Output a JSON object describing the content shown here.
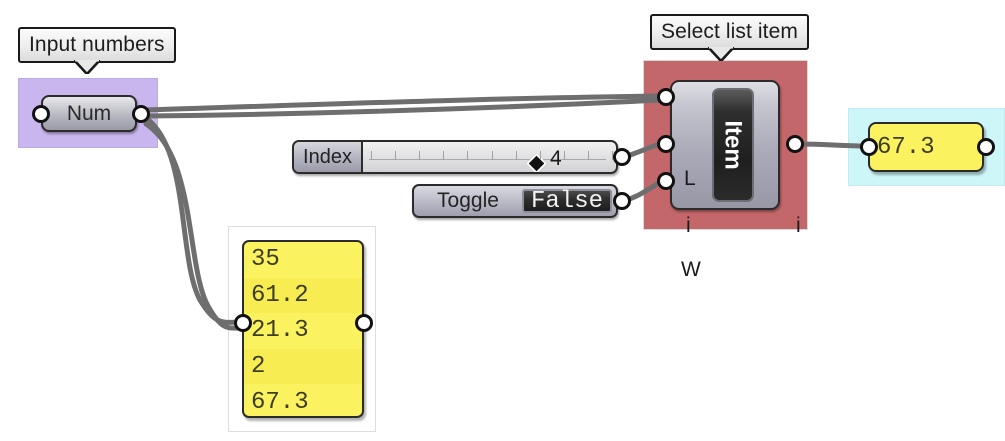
{
  "callouts": {
    "input_numbers": "Input numbers",
    "select_list_item": "Select list item"
  },
  "nodes": {
    "num": {
      "label": "Num"
    },
    "index_slider": {
      "label": "Index",
      "value": "4",
      "tick_count": 11
    },
    "toggle": {
      "label": "Toggle",
      "value": "False"
    },
    "select_item": {
      "capsule_label": "Item",
      "inputs": [
        {
          "name": "L"
        },
        {
          "name": "i"
        },
        {
          "name": "W"
        }
      ],
      "output": {
        "name": "i"
      }
    }
  },
  "panels": {
    "list": {
      "items": [
        "35",
        "61.2",
        "21.3",
        "2",
        "67.3"
      ]
    },
    "result": {
      "value": "67.3"
    }
  },
  "colors": {
    "group_purple": "#c9b6ef",
    "group_red": "#c4676a",
    "group_cyan": "#cdf6f9",
    "group_white": "#ffffff",
    "panel_yellow": "#fbf25f",
    "wire": "#6e6e6e",
    "canvas": "#ffffff"
  },
  "icons": {
    "slider_handle": "diamond-handle-icon",
    "port_grip": "port-grip-icon",
    "callout_tail": "callout-tail-icon"
  }
}
